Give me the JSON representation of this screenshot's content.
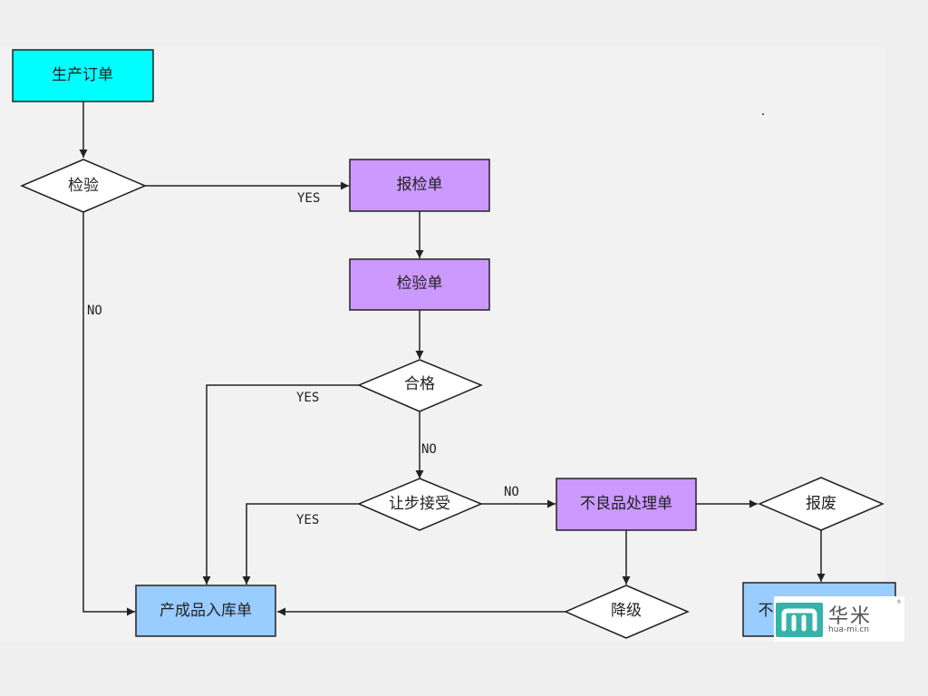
{
  "diagram": {
    "colors": {
      "cyan": "#00ffff",
      "purple": "#cc99ff",
      "blue": "#99ccff",
      "diamond_fill": "#ffffff",
      "line": "#222222"
    },
    "nodes": {
      "production_order": "生产订单",
      "inspect_decision": "检验",
      "inspection_request": "报检单",
      "inspection_sheet": "检验单",
      "qualified_decision": "合格",
      "concession_decision": "让步接受",
      "defect_handling": "不良品处理单",
      "scrap_decision": "报废",
      "finished_goods_receipt": "产成品入库单",
      "downgrade_decision": "降级",
      "partial_box": "不"
    },
    "edges": {
      "inspect_yes": "YES",
      "inspect_no": "NO",
      "qualified_yes": "YES",
      "qualified_no": "NO",
      "concession_yes": "YES",
      "concession_no": "NO"
    }
  },
  "watermark": {
    "name": "华米",
    "url": "hua-mi.cn",
    "registered": "®"
  }
}
